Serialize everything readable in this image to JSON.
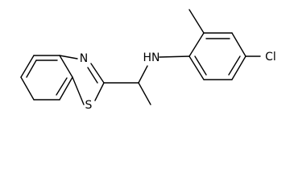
{
  "structure": {
    "atom_labels": {
      "nitrogen": "N",
      "sulfur": "S",
      "amine": "HN",
      "chlorine": "Cl"
    },
    "colors": {
      "bond": "#000000",
      "label": "#000000",
      "background": "#ffffff"
    }
  }
}
